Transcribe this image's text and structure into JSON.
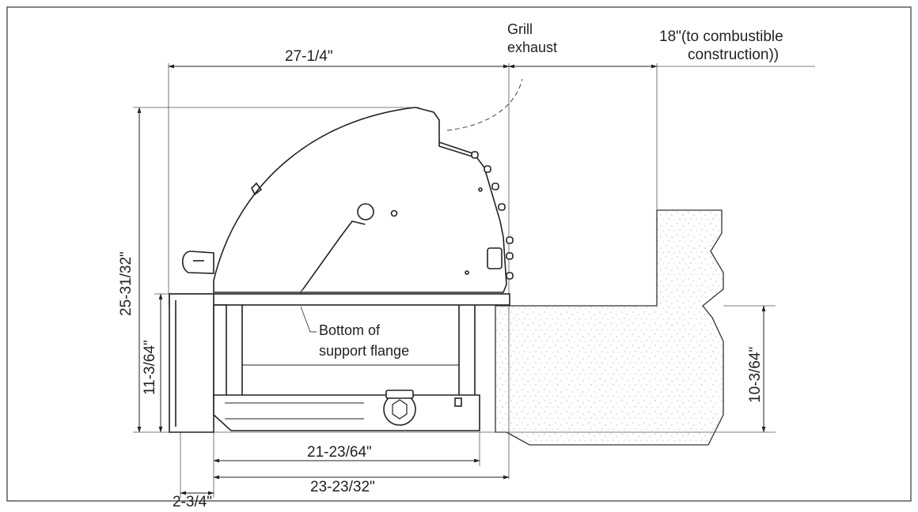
{
  "dimensions": {
    "overall_depth": "27-1/4\"",
    "clearance_rear": "18\"(to combustible",
    "clearance_rear_line2": "construction))",
    "overall_height": "25-31/32\"",
    "drop_in_height": "11-3/64\"",
    "cutout_height": "10-3/64\"",
    "body_depth": "21-23/64\"",
    "cutout_depth": "23-23/32\"",
    "front_overhang": "2-3/4\""
  },
  "labels": {
    "exhaust_line1": "Grill",
    "exhaust_line2": "exhaust",
    "flange_line1": "Bottom of",
    "flange_line2": "support flange"
  },
  "colors": {
    "line": "#222222",
    "thin": "#444444",
    "stipple": "#9a9a9a"
  }
}
